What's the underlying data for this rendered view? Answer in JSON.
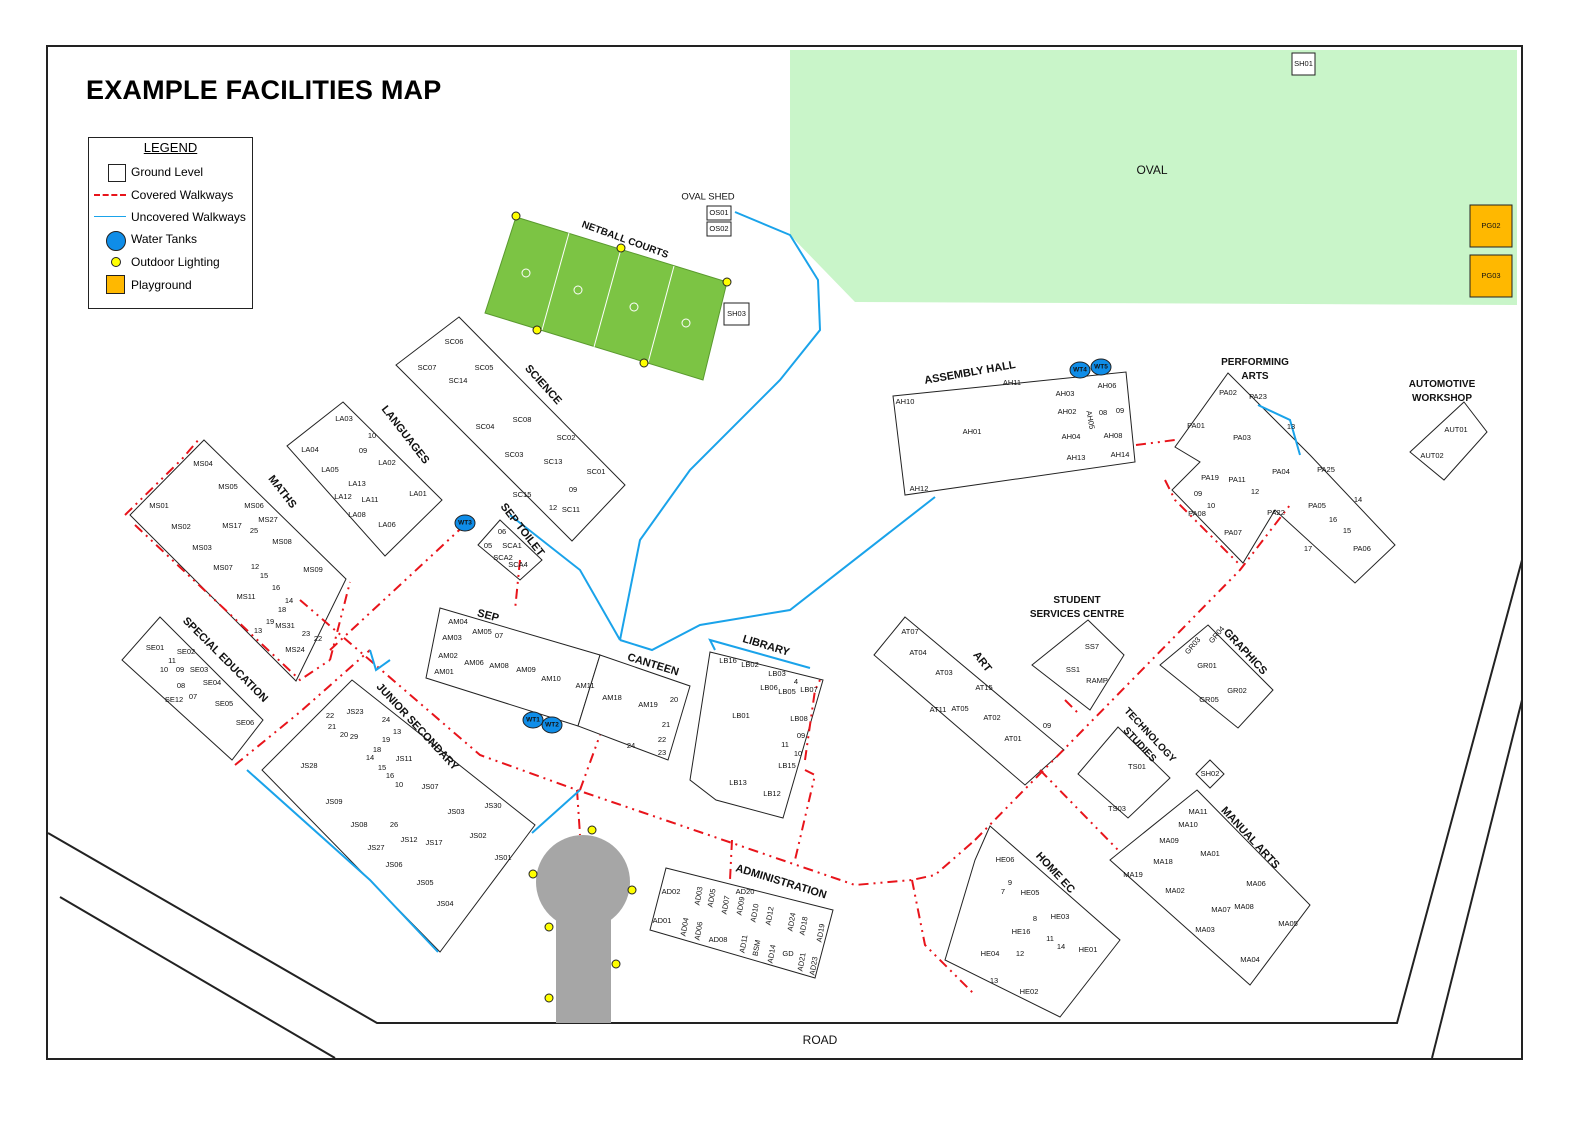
{
  "title": "EXAMPLE FACILITIES MAP",
  "legend": {
    "heading": "LEGEND",
    "items": [
      "Ground Level",
      "Covered Walkways",
      "Uncovered Walkways",
      "Water Tanks",
      "Outdoor Lighting",
      "Playground"
    ]
  },
  "colors": {
    "covered": "#e8141b",
    "uncovered": "#1aa3ea",
    "water": "#0f8de8",
    "light": "#ffff00",
    "playground": "#ffb800",
    "oval": "#c9f5c9",
    "court": "#7cc444",
    "road": "#a6a6a6"
  },
  "areas": {
    "oval": "OVAL",
    "oval_shed": "OVAL SHED",
    "road": "ROAD",
    "netball": "NETBALL COURTS"
  },
  "water_tanks": [
    "WT1",
    "WT2",
    "WT3",
    "WT4",
    "WT5"
  ],
  "misc_rooms": [
    "OS01",
    "OS02",
    "SH03",
    "SH01",
    "PG02",
    "PG03",
    "SH02"
  ],
  "buildings": [
    {
      "name": "SCIENCE",
      "rooms": [
        "SC06",
        "SC07",
        "SC05",
        "SC14",
        "SC04",
        "SC08",
        "SC03",
        "SC02",
        "SC13",
        "SC01",
        "09",
        "12",
        "SC11",
        "SC15"
      ]
    },
    {
      "name": "LANGUAGES",
      "rooms": [
        "LA03",
        "10",
        "09",
        "LA04",
        "LA05",
        "LA02",
        "LA13",
        "LA12",
        "LA11",
        "LA08",
        "LA01",
        "LA06"
      ]
    },
    {
      "name": "MATHS",
      "rooms": [
        "MS04",
        "MS05",
        "MS06",
        "MS01",
        "MS02",
        "MS17",
        "25",
        "MS27",
        "MS03",
        "MS08",
        "MS07",
        "MS09",
        "12",
        "15",
        "16",
        "MS11",
        "14",
        "18",
        "19",
        "13",
        "MS31",
        "23",
        "22",
        "MS24"
      ]
    },
    {
      "name": "SPECIAL EDUCATION",
      "rooms": [
        "SE01",
        "SE02",
        "11",
        "10",
        "09",
        "SE03",
        "08",
        "SE04",
        "07",
        "SE05",
        "SE12",
        "SE06"
      ]
    },
    {
      "name": "JUNIOR SECONDARY",
      "rooms": [
        "JS23",
        "22",
        "24",
        "13",
        "21",
        "20",
        "29",
        "19",
        "18",
        "14",
        "JS11",
        "15",
        "16",
        "10",
        "JS28",
        "JS07",
        "JS09",
        "JS03",
        "JS08",
        "26",
        "JS02",
        "JS27",
        "JS12",
        "JS17",
        "JS06",
        "JS01",
        "JS05",
        "JS04",
        "JS30"
      ]
    },
    {
      "name": "SEP",
      "rooms": [
        "AM04",
        "AM05",
        "07",
        "AM03",
        "AM02",
        "AM06",
        "AM01",
        "AM08",
        "AM09",
        "AM10",
        "AM11"
      ]
    },
    {
      "name": "CANTEEN",
      "rooms": [
        "AM18",
        "AM19",
        "20",
        "21",
        "22",
        "23",
        "24"
      ]
    },
    {
      "name": "SEP TOILET",
      "rooms": [
        "06",
        "05",
        "SCA1",
        "SCA2",
        "SCA4"
      ]
    },
    {
      "name": "LIBRARY",
      "rooms": [
        "LB16",
        "LB02",
        "LB03",
        "4",
        "LB06",
        "LB05",
        "LB07",
        "LB01",
        "LB08",
        "09",
        "11",
        "10",
        "LB15",
        "LB13",
        "LB12"
      ]
    },
    {
      "name": "ADMINISTRATION",
      "rooms": [
        "AD02",
        "AD03",
        "AD05",
        "AD07",
        "AD09",
        "AD10",
        "AD12",
        "AD24",
        "AD18",
        "AD19",
        "AD01",
        "AD04",
        "AD06",
        "AD08",
        "AD11",
        "BSM",
        "AD14",
        "GD",
        "AD21",
        "AD23",
        "AD20"
      ]
    },
    {
      "name": "ASSEMBLY HALL",
      "rooms": [
        "AH10",
        "AH11",
        "AH01",
        "AH12",
        "AH03",
        "AH02",
        "AH05",
        "AH04",
        "AH13",
        "AH06",
        "08",
        "09",
        "AH08",
        "AH14"
      ]
    },
    {
      "name": "PERFORMING ARTS",
      "rooms": [
        "PA02",
        "PA23",
        "PA01",
        "PA03",
        "13",
        "PA19",
        "PA11",
        "PA04",
        "PA25",
        "12",
        "09",
        "10",
        "PA08",
        "PA07",
        "PA22",
        "PA05",
        "14",
        "16",
        "15",
        "17",
        "PA06"
      ]
    },
    {
      "name": "AUTOMOTIVE WORKSHOP",
      "rooms": [
        "AUT01",
        "AUT02"
      ]
    },
    {
      "name": "ART",
      "rooms": [
        "AT07",
        "AT04",
        "AT03",
        "AT15",
        "AT05",
        "AT02",
        "AT01",
        "AT11",
        "09"
      ]
    },
    {
      "name": "STUDENT SERVICES CENTRE",
      "rooms": [
        "SS7",
        "SS1",
        "RAMP"
      ]
    },
    {
      "name": "GRAPHICS",
      "rooms": [
        "GR03",
        "GR04",
        "GR01",
        "GR02",
        "GR05"
      ]
    },
    {
      "name": "TECHNOLOGY STUDIES",
      "rooms": [
        "TS01",
        "TS03"
      ]
    },
    {
      "name": "MANUAL ARTS",
      "rooms": [
        "MA11",
        "MA10",
        "MA09",
        "MA01",
        "MA18",
        "MA19",
        "MA02",
        "MA06",
        "MA08",
        "MA07",
        "MA03",
        "MA05",
        "MA04"
      ]
    },
    {
      "name": "HOME EC",
      "rooms": [
        "HE06",
        "9",
        "7",
        "HE05",
        "HE03",
        "8",
        "HE16",
        "11",
        "14",
        "HE01",
        "HE04",
        "12",
        "13",
        "HE02"
      ]
    }
  ]
}
